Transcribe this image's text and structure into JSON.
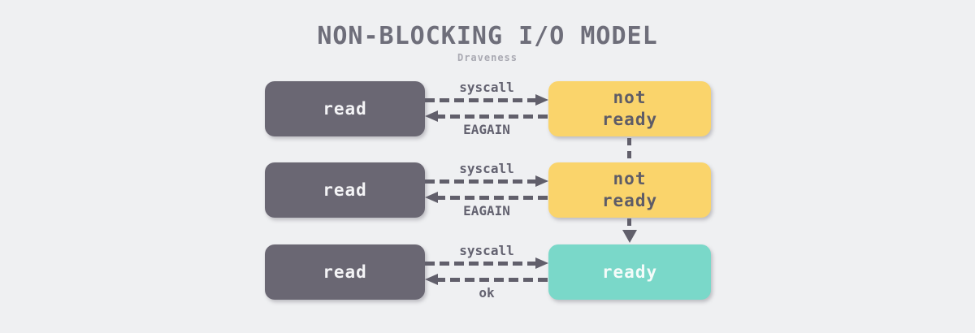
{
  "title": "NON-BLOCKING I/O MODEL",
  "watermark": "Draveness",
  "colors": {
    "background": "#eff0f2",
    "read_box": "#6a6773",
    "not_ready_box": "#fad46b",
    "ready_box": "#7ad8c9",
    "arrow": "#615f6b",
    "arrow_label_text": "#636270",
    "read_box_text": "#f4f4f6",
    "not_ready_box_text": "#5e5c67",
    "ready_box_text": "#f4fbf9",
    "title_text": "#6e6e7a",
    "watermark_text": "#a9a9b2"
  },
  "rows": [
    {
      "left_box": "read",
      "right_box_lines": [
        "not",
        "ready"
      ],
      "right_box_state": "not-ready",
      "request_label": "syscall",
      "response_label": "EAGAIN"
    },
    {
      "left_box": "read",
      "right_box_lines": [
        "not",
        "ready"
      ],
      "right_box_state": "not-ready",
      "request_label": "syscall",
      "response_label": "EAGAIN"
    },
    {
      "left_box": "read",
      "right_box_lines": [
        "ready"
      ],
      "right_box_state": "ready",
      "request_label": "syscall",
      "response_label": "ok"
    }
  ],
  "connectors": [
    {
      "from": "not-ready-1",
      "to": "not-ready-2",
      "arrowhead": false
    },
    {
      "from": "not-ready-2",
      "to": "ready-3",
      "arrowhead": true
    }
  ]
}
